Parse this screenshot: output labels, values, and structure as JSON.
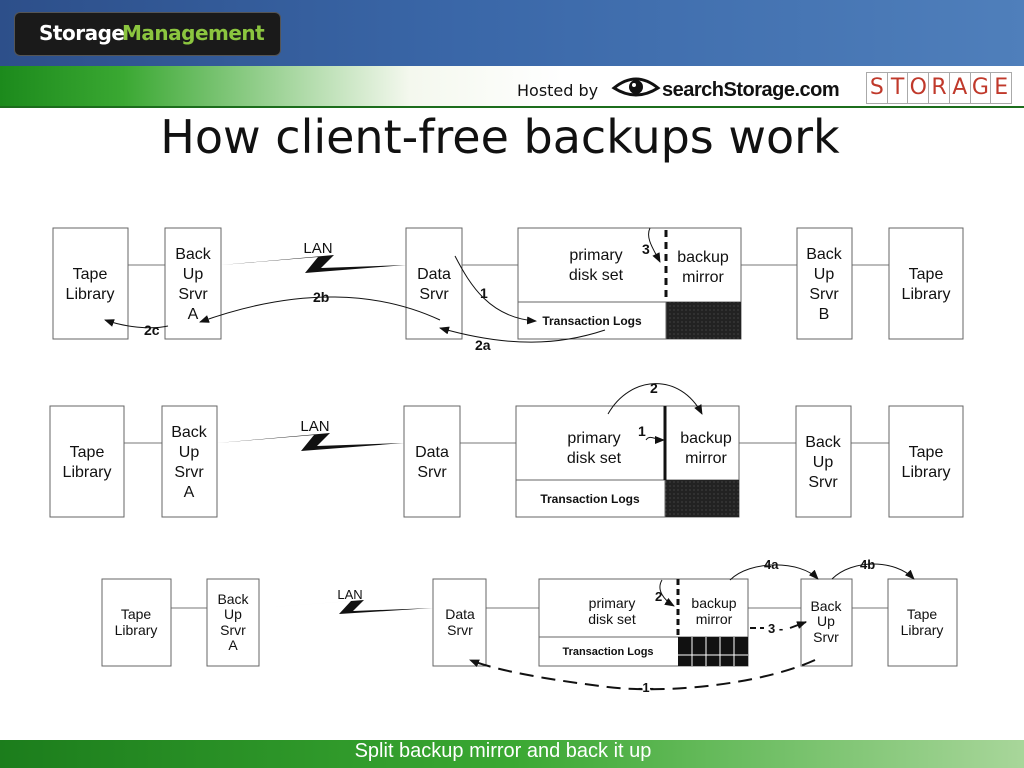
{
  "header": {
    "brand_part1": "Storage",
    "brand_part2": "Management",
    "hosted_by": "Hosted by",
    "site_logo": "searchStorage.com",
    "storage_logo_letters": [
      "S",
      "T",
      "O",
      "R",
      "A",
      "G",
      "E"
    ]
  },
  "title": "How client-free backups work",
  "footer_text": "Split backup mirror and back it up",
  "diagram1": {
    "tape_left": [
      "Tape",
      "Library"
    ],
    "backup_server_a": [
      "Back",
      "Up",
      "Srvr",
      "A"
    ],
    "lan": "LAN",
    "data_server": [
      "Data",
      "Srvr"
    ],
    "primary": [
      "primary",
      "disk set"
    ],
    "mirror": [
      "backup",
      "mirror"
    ],
    "logs": "Transaction Logs",
    "backup_server_b": [
      "Back",
      "Up",
      "Srvr",
      "B"
    ],
    "tape_right": [
      "Tape",
      "Library"
    ],
    "labels": {
      "step1": "1",
      "step2a": "2a",
      "step2b": "2b",
      "step2c": "2c",
      "step3": "3"
    }
  },
  "diagram2": {
    "tape_left": [
      "Tape",
      "Library"
    ],
    "backup_server_a": [
      "Back",
      "Up",
      "Srvr",
      "A"
    ],
    "lan": "LAN",
    "data_server": [
      "Data",
      "Srvr"
    ],
    "primary": [
      "primary",
      "disk set"
    ],
    "mirror": [
      "backup",
      "mirror"
    ],
    "logs": "Transaction Logs",
    "backup_server": [
      "Back",
      "Up",
      "Srvr"
    ],
    "tape_right": [
      "Tape",
      "Library"
    ],
    "labels": {
      "step1": "1",
      "step2": "2"
    }
  },
  "diagram3": {
    "tape_left": [
      "Tape",
      "Library"
    ],
    "backup_server_a": [
      "Back",
      "Up",
      "Srvr",
      "A"
    ],
    "lan": "LAN",
    "data_server": [
      "Data",
      "Srvr"
    ],
    "primary": [
      "primary",
      "disk set"
    ],
    "mirror": [
      "backup",
      "mirror"
    ],
    "logs": "Transaction Logs",
    "backup_server": [
      "Back",
      "Up",
      "Srvr"
    ],
    "tape_right": [
      "Tape",
      "Library"
    ],
    "labels": {
      "step1": "-1-",
      "step2": "2",
      "step3": "3 -",
      "step4a": "4a",
      "step4b": "4b"
    }
  }
}
